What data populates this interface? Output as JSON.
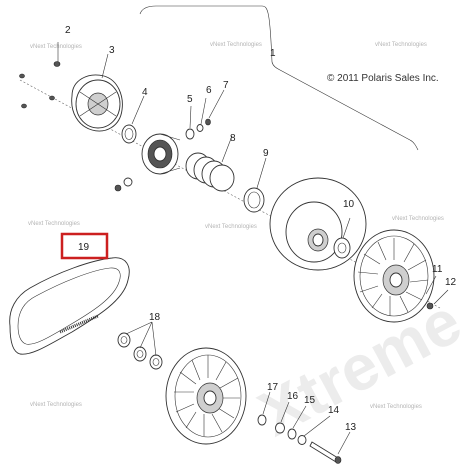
{
  "copyright": "© 2011 Polaris Sales Inc.",
  "watermark_text": "Xtreme",
  "watermark_small": "vNext Technologies",
  "highlight_color": "#cc1f1f",
  "callouts": {
    "c1": "1",
    "c2": "2",
    "c3": "3",
    "c4": "4",
    "c5": "5",
    "c6": "6",
    "c7": "7",
    "c8": "8",
    "c9": "9",
    "c10": "10",
    "c11": "11",
    "c12": "12",
    "c13": "13",
    "c14": "14",
    "c15": "15",
    "c16": "16",
    "c17": "17",
    "c18": "18",
    "c19": "19"
  }
}
